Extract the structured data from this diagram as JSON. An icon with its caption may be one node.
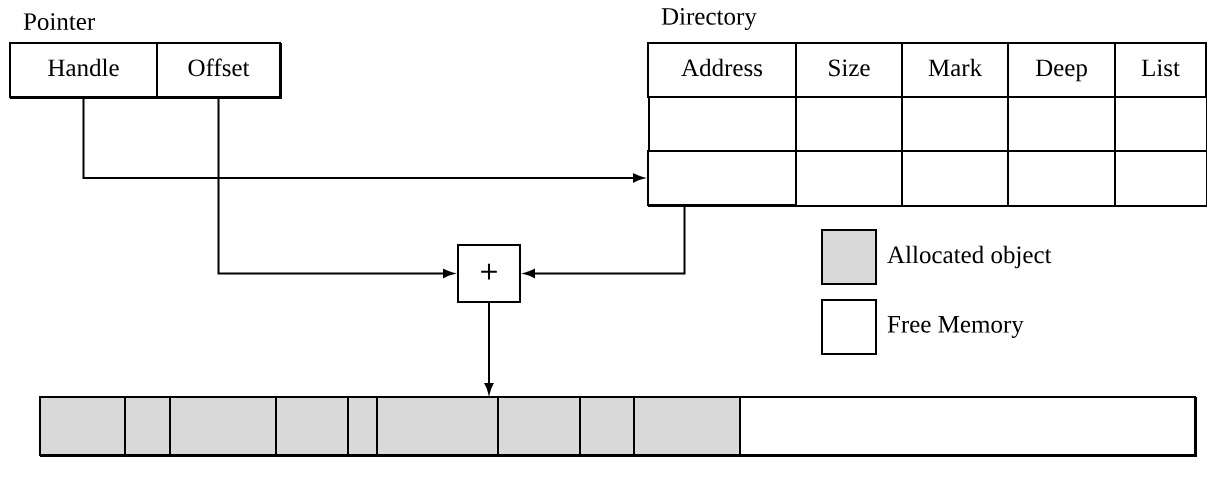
{
  "diagram": {
    "nodes": [
      {
        "text": [
          "Pointer"
        ]
      },
      {
        "text": [
          "Handle"
        ],
        "in": 0
      },
      {
        "text": [
          "Offset"
        ],
        "in": 0
      },
      {
        "text": [
          "Directory"
        ]
      },
      {
        "text": [
          "Address"
        ],
        "in": 3
      },
      {
        "text": [
          "Size"
        ],
        "in": 3
      },
      {
        "text": [
          "Mark"
        ],
        "in": 3
      },
      {
        "text": [
          "Deep"
        ],
        "in": 3
      },
      {
        "text": [
          "List"
        ],
        "in": 3
      },
      {
        "text": [],
        "shape": "box",
        "in": 3
      },
      {
        "text": [
          "+"
        ]
      },
      {
        "text": [],
        "shape": "bar"
      }
    ],
    "edges": [
      {
        "from": 1,
        "to": 9,
        "arrow": "to"
      },
      {
        "from": 2,
        "to": 10,
        "arrow": "to"
      },
      {
        "from": 9,
        "to": 10,
        "arrow": "to"
      },
      {
        "from": 10,
        "to": 11,
        "arrow": "to"
      }
    ],
    "legend": [
      {
        "text": "Allocated object",
        "color": "#d9d9d9"
      },
      {
        "text": "Free Memory"
      }
    ]
  }
}
